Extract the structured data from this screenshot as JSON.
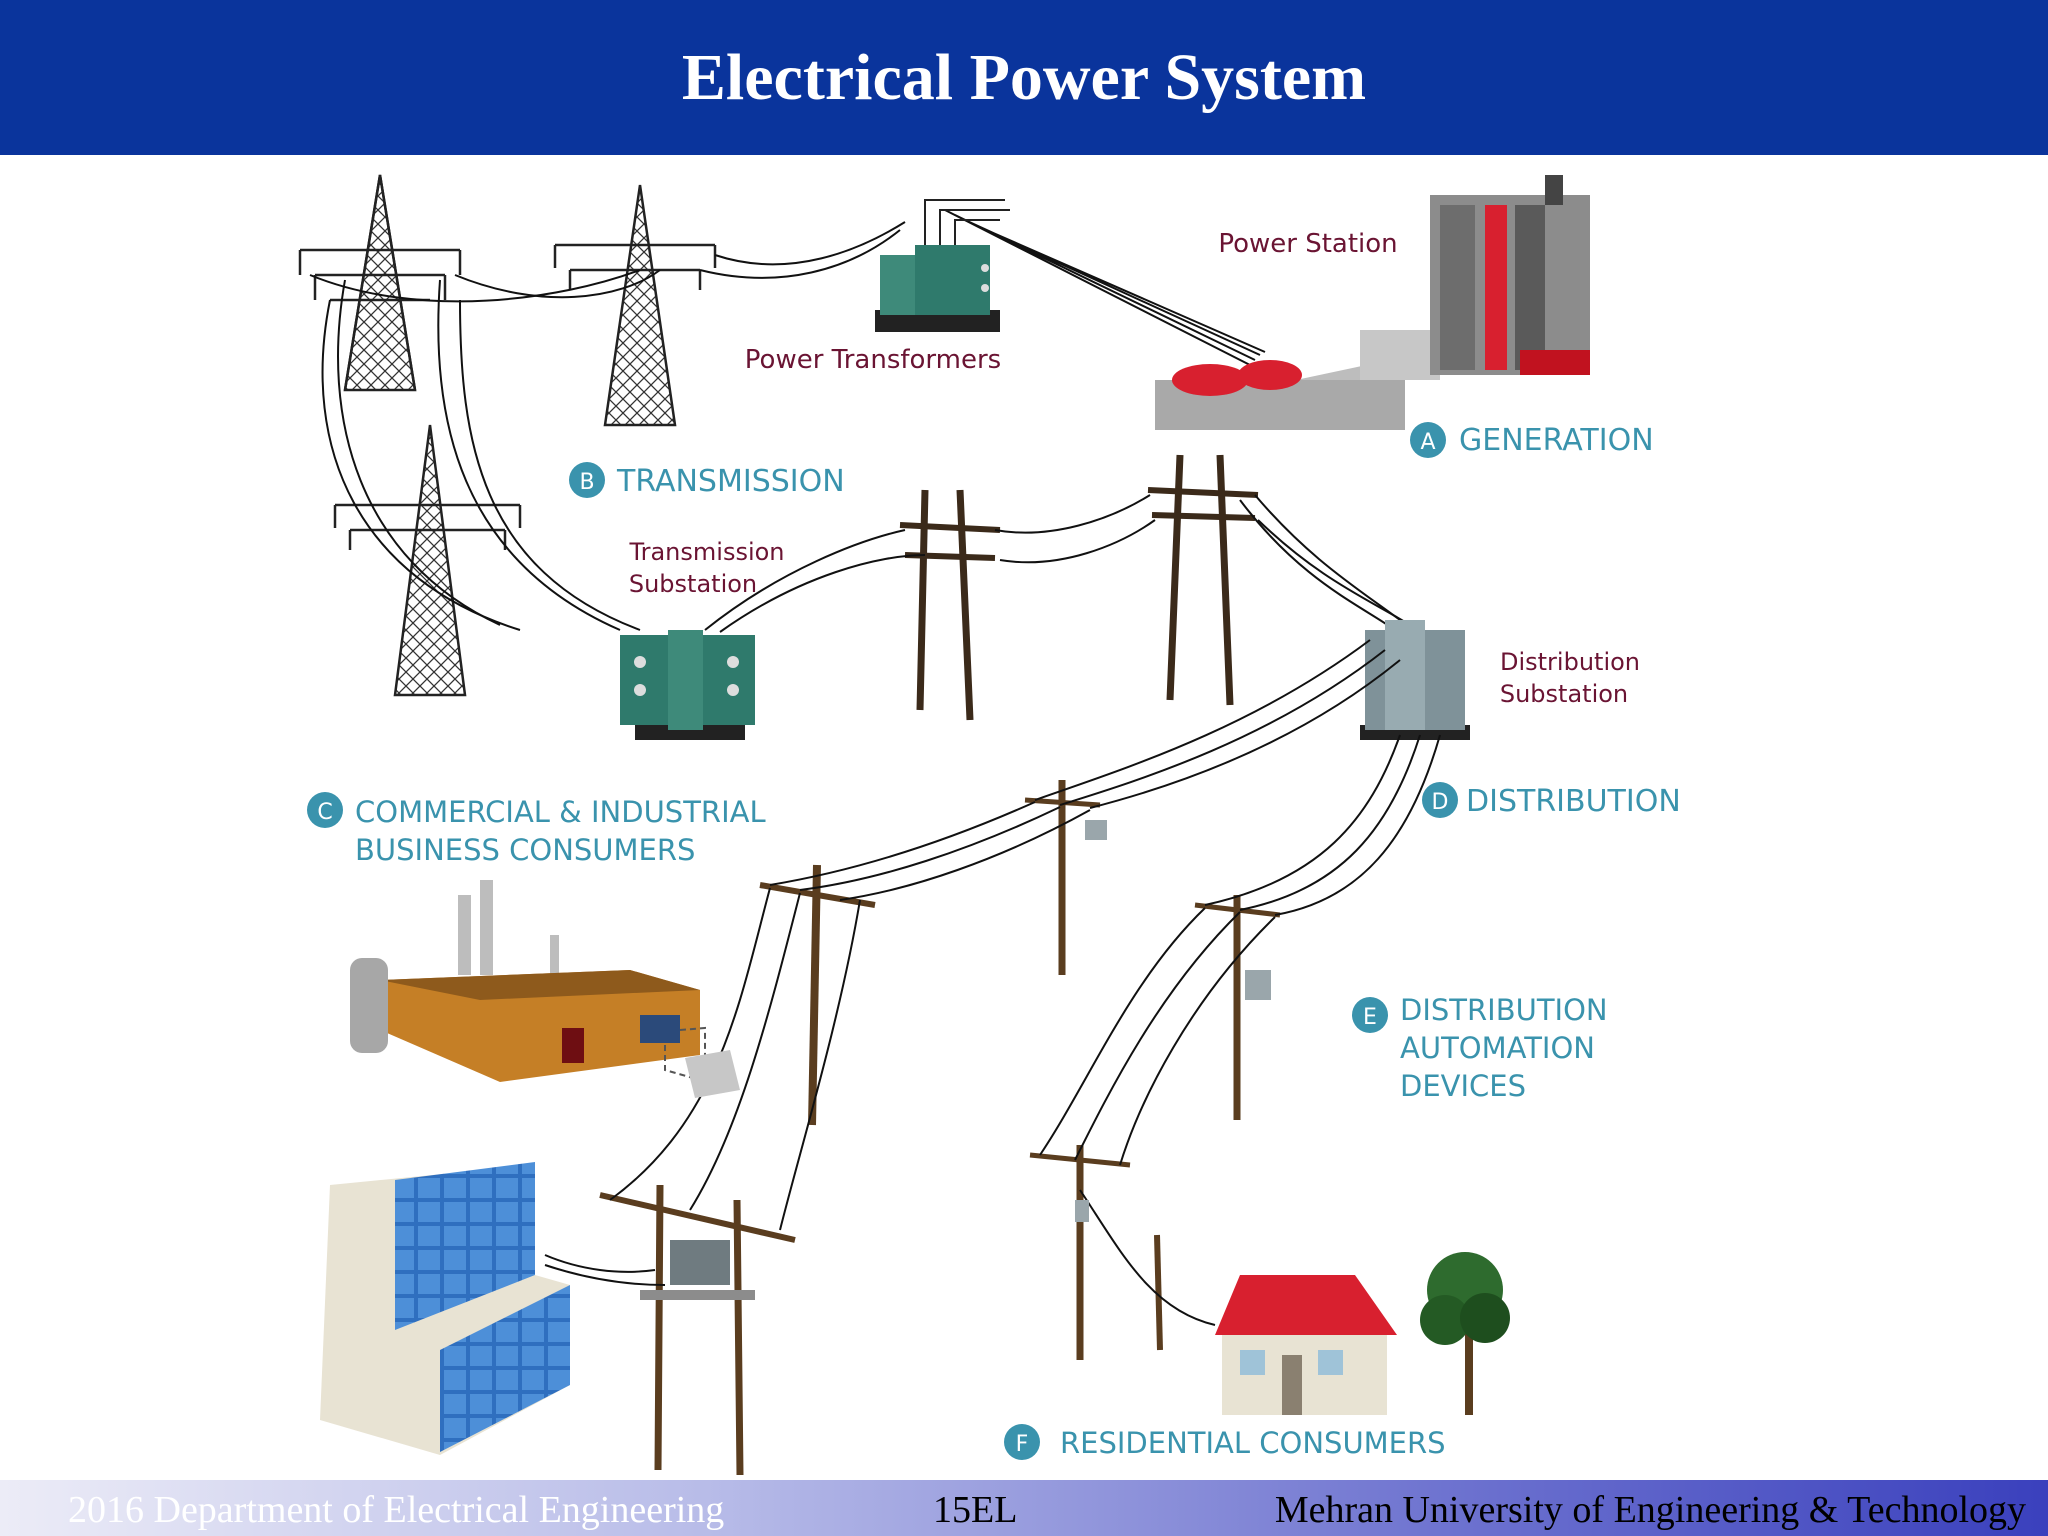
{
  "slide": {
    "title": "Electrical Power System"
  },
  "diagram": {
    "labels": {
      "power_station": "Power Station",
      "power_transformers": "Power Transformers",
      "transmission_substation_line1": "Transmission",
      "transmission_substation_line2": "Substation",
      "distribution_substation_line1": "Distribution",
      "distribution_substation_line2": "Substation"
    },
    "sections": {
      "a": {
        "badge": "A",
        "label": "GENERATION"
      },
      "b": {
        "badge": "B",
        "label": "TRANSMISSION"
      },
      "c": {
        "badge": "C",
        "line1": "COMMERCIAL & INDUSTRIAL",
        "line2": "BUSINESS CONSUMERS"
      },
      "d": {
        "badge": "D",
        "label": "DISTRIBUTION"
      },
      "e": {
        "badge": "E",
        "line1": "DISTRIBUTION",
        "line2": "AUTOMATION",
        "line3": "DEVICES"
      },
      "f": {
        "badge": "F",
        "label": "RESIDENTIAL CONSUMERS"
      }
    },
    "colors": {
      "section_label": "#3a93ad",
      "component_label": "#6a1433",
      "accent_red": "#d8202f",
      "transformer_teal": "#2f7a6c"
    }
  },
  "footer": {
    "left": "2016 Department of Electrical Engineering",
    "center": "15EL",
    "right": "Mehran University of Engineering & Technology"
  }
}
